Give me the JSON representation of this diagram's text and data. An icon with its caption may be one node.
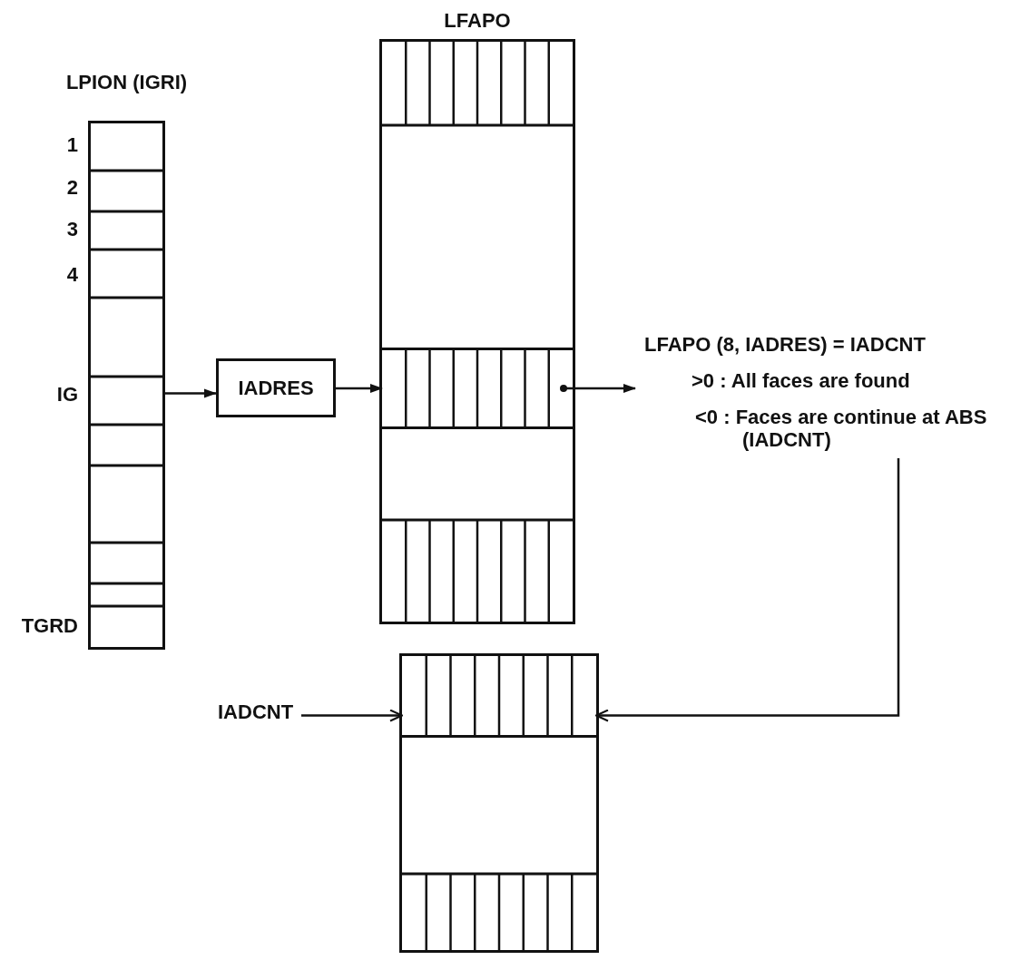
{
  "diagram": {
    "nodes": [
      {
        "text": [
          "LPION (IGRI)"
        ],
        "beside": [
          "1",
          "2",
          "3",
          "4",
          "IG",
          "TGRD"
        ]
      },
      {
        "text": [
          "IADRES"
        ]
      },
      {
        "text": [
          "LFAPO"
        ]
      },
      {
        "text": [],
        "shape": "bar",
        "in": 2
      },
      {
        "text": [
          "LFAPO (8, IADRES) = IADCNT",
          ">0 : All faces are found",
          "<0 : Faces are continue at ABS (IADCNT)"
        ]
      },
      {
        "text": [],
        "shape": "box"
      },
      {
        "text": [],
        "shape": "bar",
        "in": 5
      },
      {
        "text": [
          "IADCNT"
        ]
      }
    ],
    "edges": [
      {
        "from": 0,
        "to": 1,
        "arrow": "to"
      },
      {
        "from": 1,
        "to": 3,
        "arrow": "to"
      },
      {
        "from": 3,
        "to": 4,
        "arrow": "to"
      },
      {
        "from": 4,
        "to": 6,
        "arrow": "to"
      },
      {
        "from": 7,
        "to": 6,
        "arrow": "to"
      }
    ]
  }
}
